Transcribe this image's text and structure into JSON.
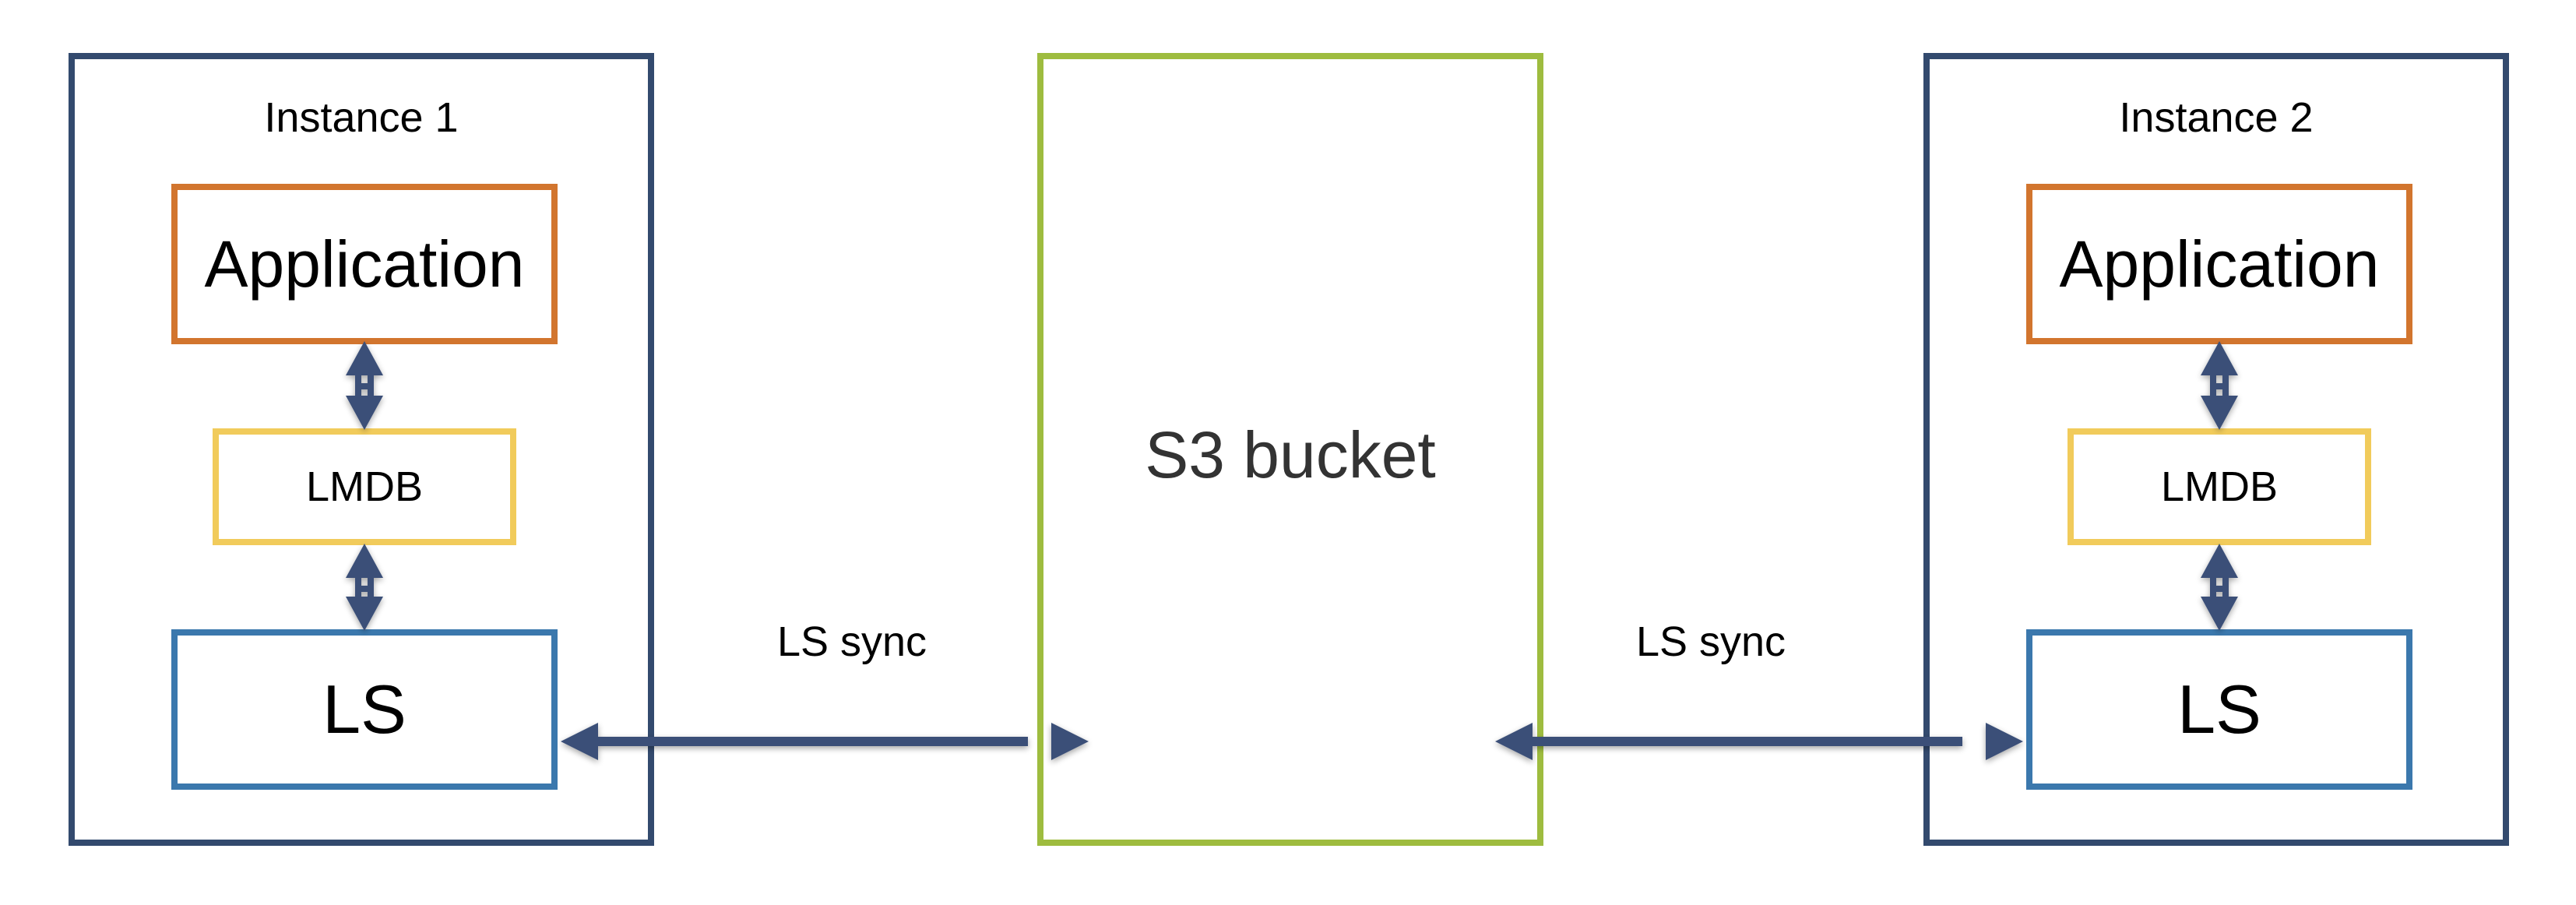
{
  "instances": [
    {
      "title": "Instance 1",
      "application": "Application",
      "lmdb": "LMDB",
      "ls": "LS"
    },
    {
      "title": "Instance 2",
      "application": "Application",
      "lmdb": "LMDB",
      "ls": "LS"
    }
  ],
  "bucket": {
    "label": "S3 bucket"
  },
  "sync": {
    "left_label": "LS sync",
    "right_label": "LS sync"
  },
  "colors": {
    "instance_border": "#334a6e",
    "application_border": "#d2752e",
    "lmdb_border": "#f1cb5b",
    "ls_border": "#3b78ad",
    "bucket_border": "#9ebc3f",
    "arrow": "#3a4f78"
  }
}
